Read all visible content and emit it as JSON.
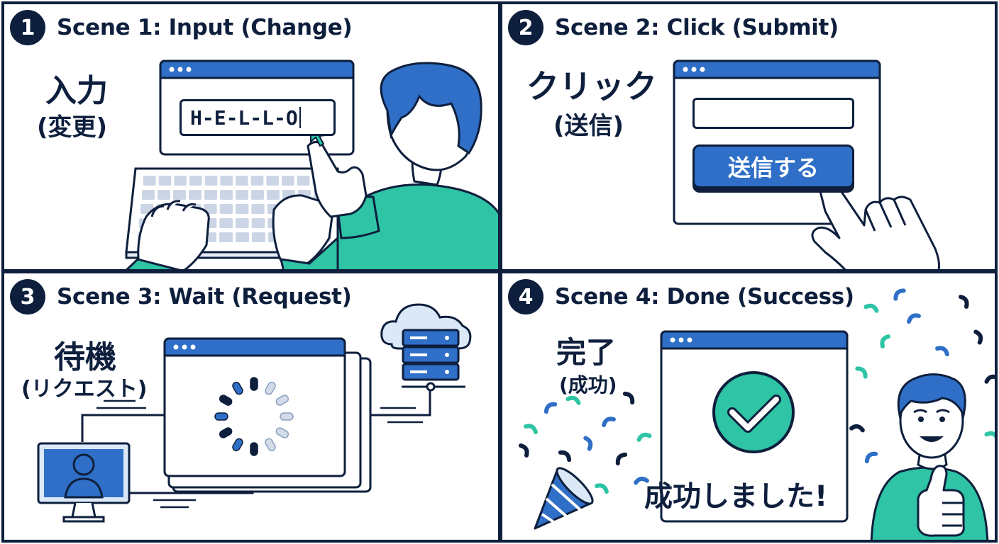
{
  "colors": {
    "navy": "#0e1f3d",
    "blue": "#2f6fc7",
    "teal": "#2ec4a5",
    "keyboard_key": "#cbd5e5",
    "light_blue": "#dbe8f7"
  },
  "scenes": [
    {
      "number": "1",
      "title": "Scene 1: Input (Change)",
      "jp_main": "入力",
      "jp_sub": "(変更)",
      "input_value": "H-E-L-L-O"
    },
    {
      "number": "2",
      "title": "Scene 2: Click (Submit)",
      "jp_main": "クリック",
      "jp_sub": "(送信)",
      "input_value": "",
      "button_label": "送信する"
    },
    {
      "number": "3",
      "title": "Scene 3: Wait (Request)",
      "jp_main": "待機",
      "jp_sub": "(リクエスト)"
    },
    {
      "number": "4",
      "title": "Scene 4: Done (Success)",
      "jp_main": "完了",
      "jp_sub": "(成功)",
      "message": "成功しました!"
    }
  ],
  "icons": {
    "cursor": "cursor-arrow-icon",
    "cloud": "cloud-server-icon",
    "spinner": "loading-spinner-icon",
    "check": "check-circle-icon",
    "party": "party-popper-icon",
    "thumbs_up": "thumbs-up-icon"
  }
}
